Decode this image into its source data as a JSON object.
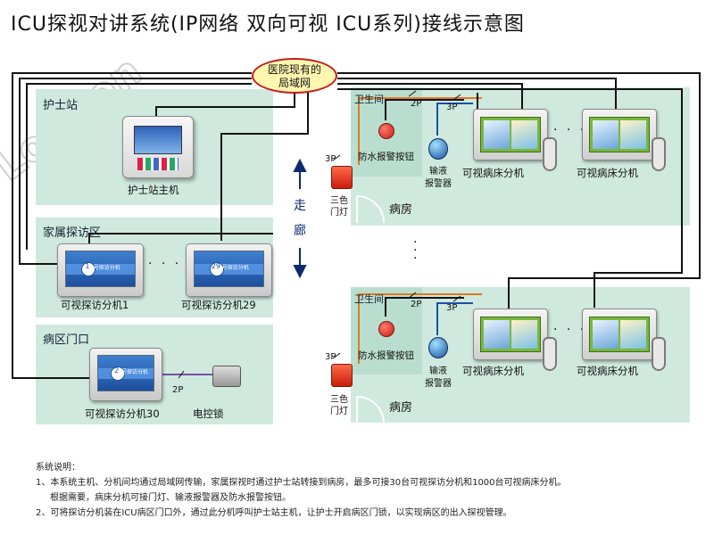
{
  "title": "ICU探视对讲系统(IP网络 双向可视 ICU系列)接线示意图",
  "watermark": "LonBon",
  "network": {
    "label_line1": "医院现有的",
    "label_line2": "局域网"
  },
  "zones": {
    "nurse_station": {
      "label": "护士站",
      "device": "护士站主机"
    },
    "family_area": {
      "label": "家属探访区",
      "device_first": "可视探访分机1",
      "device_last": "可视探访分机29",
      "screen_text_first": "号探访分机",
      "screen_text_last": "号探访分机"
    },
    "ward_entrance": {
      "label": "病区门口",
      "device": "可视探访分机30",
      "lock": "电控锁",
      "wire": "2P"
    }
  },
  "corridor": {
    "char1": "走",
    "char2": "廊"
  },
  "wards": [
    {
      "bathroom": "卫生间",
      "ward": "病房",
      "lamp_line1": "三色",
      "lamp_line2": "门灯",
      "button": "防水报警按钮",
      "infusion_line1": "输液",
      "infusion_line2": "报警器",
      "bed_first": "可视病床分机",
      "bed_last": "可视病床分机",
      "wire_lamp": "3P",
      "wire_button": "2P",
      "wire_infusion": "3P"
    },
    {
      "bathroom": "卫生间",
      "ward": "病房",
      "lamp_line1": "三色",
      "lamp_line2": "门灯",
      "button": "防水报警按钮",
      "infusion_line1": "输液",
      "infusion_line2": "报警器",
      "bed_first": "可视病床分机",
      "bed_last": "可视病床分机",
      "wire_lamp": "3P",
      "wire_button": "2P",
      "wire_infusion": "3P"
    }
  ],
  "ellipsis": "· · ·",
  "screen_numbers": {
    "first": "1",
    "last": "29",
    "entrance": "2"
  },
  "entrance_screen_text": "号探访分机",
  "notes": {
    "heading": "系统说明：",
    "line1": "1、本系统主机、分机间均通过局域网传输，家属探视时通过护士站转接到病房，最多可接30台可视探访分机和1000台可视病床分机。",
    "line2": "根据需要，病床分机可接门灯、输液报警器及防水报警按钮。",
    "line3": "2、可将探访分机装在ICU病区门口外，通过此分机呼叫护士站主机，让护士开启病区门锁，以实现病区的出入探视管理。"
  },
  "colors": {
    "zone": "#cfe9df",
    "wire": "#111111",
    "wire_orange": "#e07a1f",
    "wire_blue": "#1d4fa3",
    "cloud_border": "#c41a1a"
  }
}
